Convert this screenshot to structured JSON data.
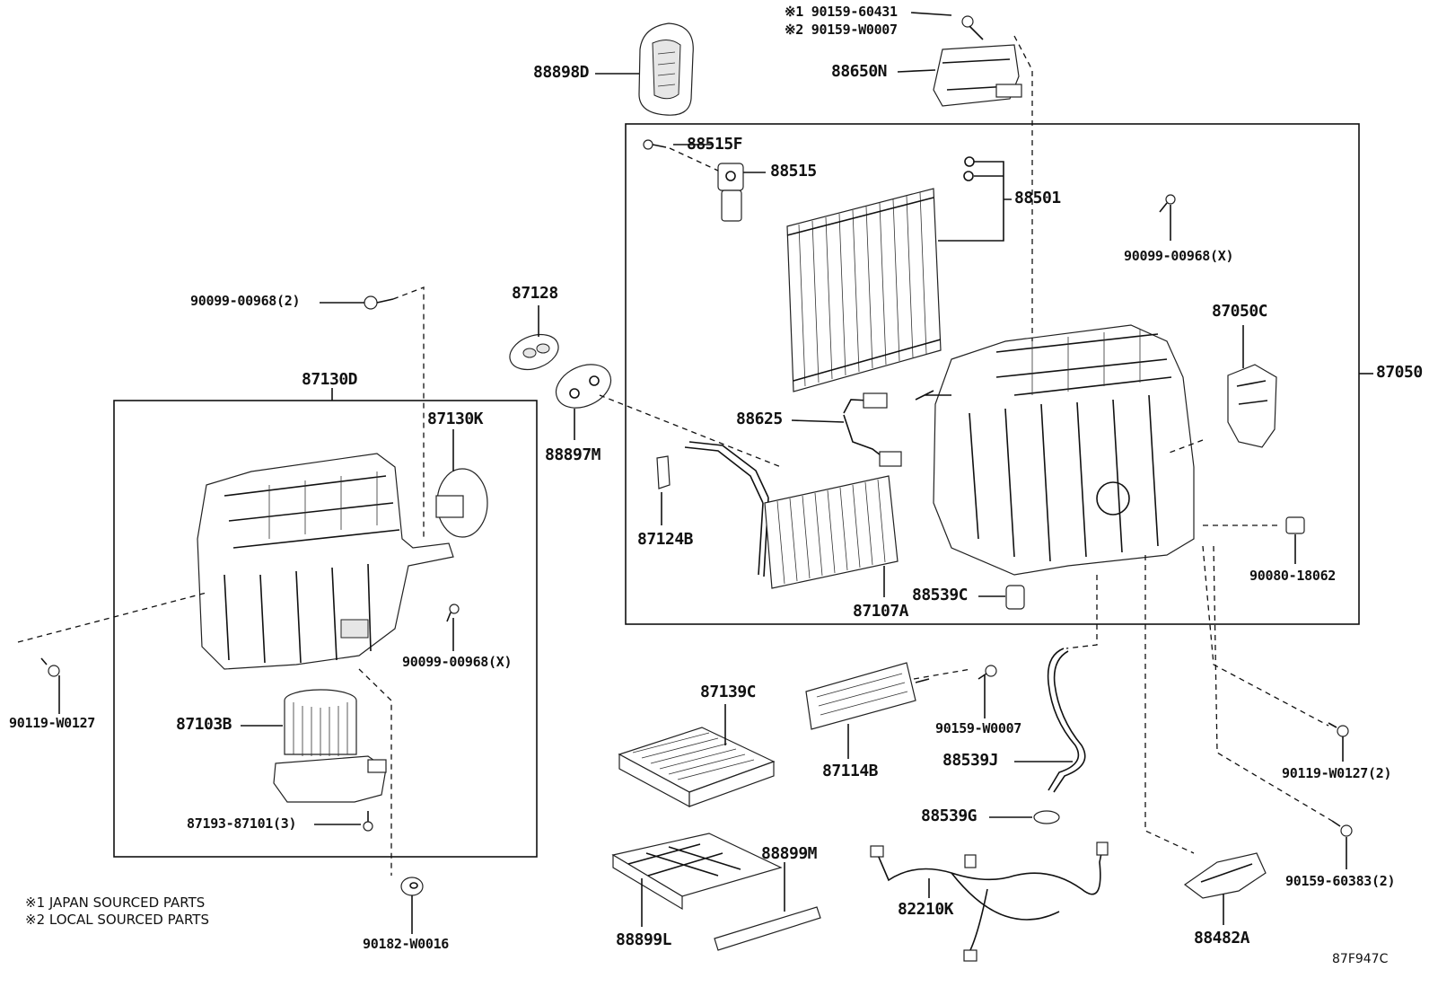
{
  "diagram_code": "87F947C",
  "notes": [
    "※1 JAPAN SOURCED PARTS",
    "※2 LOCAL SOURCED PARTS"
  ],
  "parts": {
    "p88898D": "88898D",
    "p90159_60431": "※1 90159-60431",
    "p90159_W0007_top": "※2 90159-W0007",
    "p88650N": "88650N",
    "p88515F": "88515F",
    "p88515": "88515",
    "p88501": "88501",
    "p90099_00968_X_right": "90099-00968(X)",
    "p87050C": "87050C",
    "p87050": "87050",
    "p87128": "87128",
    "p90099_00968_2": "90099-00968(2)",
    "p87130D": "87130D",
    "p87130K": "87130K",
    "p88897M": "88897M",
    "p88625": "88625",
    "p87124B": "87124B",
    "p87107A": "87107A",
    "p88539C": "88539C",
    "p90080_18062": "90080-18062",
    "p90099_00968_X_left": "90099-00968(X)",
    "p90119_W0127": "90119-W0127",
    "p87103B": "87103B",
    "p87193_87101_3": "87193-87101(3)",
    "p87139C": "87139C",
    "p87114B": "87114B",
    "p90159_W0007": "90159-W0007",
    "p88539J": "88539J",
    "p88539G": "88539G",
    "p90119_W0127_2": "90119-W0127(2)",
    "p90159_60383_2": "90159-60383(2)",
    "p88899M": "88899M",
    "p88899L": "88899L",
    "p82210K": "82210K",
    "p88482A": "88482A",
    "p90182_W0016": "90182-W0016"
  }
}
